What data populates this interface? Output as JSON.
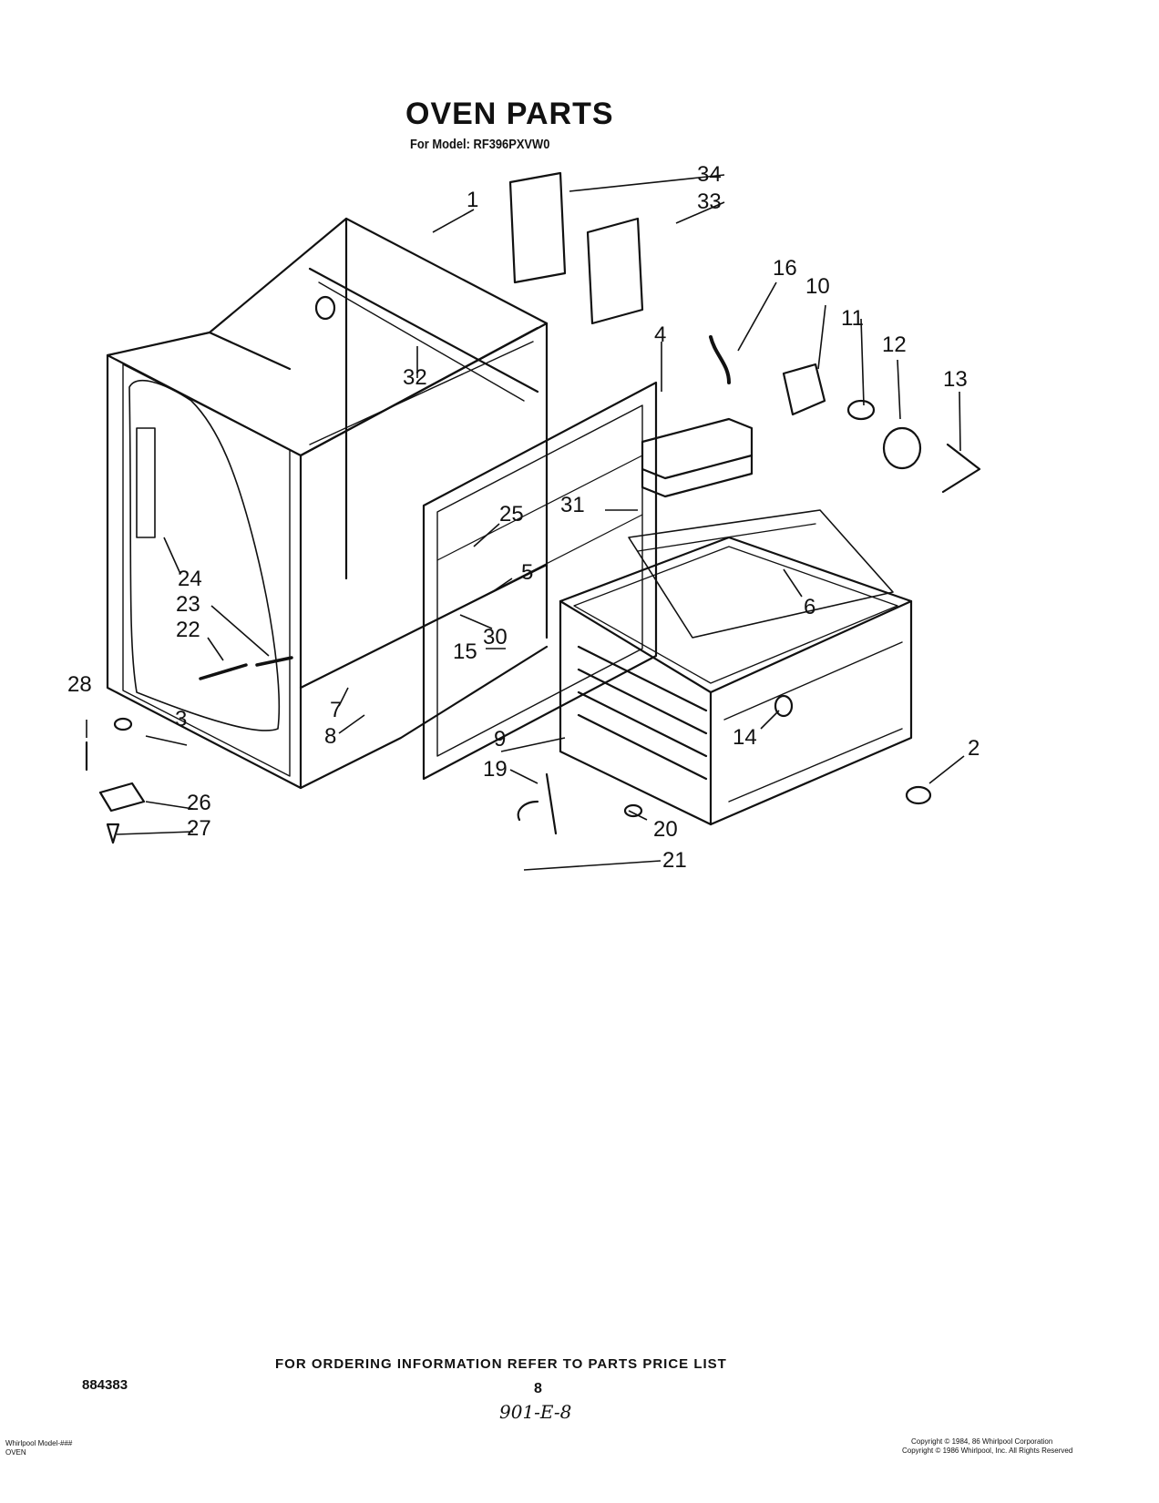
{
  "header": {
    "title": "OVEN PARTS",
    "model_line": "For Model: RF396PXVW0"
  },
  "callouts": {
    "n1": "1",
    "n2": "2",
    "n3": "3",
    "n4": "4",
    "n5": "5",
    "n6": "6",
    "n7": "7",
    "n8": "8",
    "n9": "9",
    "n10": "10",
    "n11": "11",
    "n12": "12",
    "n13": "13",
    "n14": "14",
    "n15": "15",
    "n16": "16",
    "n19": "19",
    "n20": "20",
    "n21": "21",
    "n22": "22",
    "n23": "23",
    "n24": "24",
    "n25": "25",
    "n26": "26",
    "n27": "27",
    "n28": "28",
    "n30": "30",
    "n31": "31",
    "n32": "32",
    "n33": "33",
    "n34": "34"
  },
  "footer": {
    "ordering_note": "FOR ORDERING INFORMATION REFER TO PARTS PRICE LIST",
    "doc_number": "884383",
    "page_number": "8",
    "handwritten": "901-E-8",
    "left_small_1": "Whirlpool Model-###",
    "left_small_2": "OVEN",
    "right_small_1": "Copyright © 1984, 86 Whirlpool Corporation",
    "right_small_2": "Copyright © 1986 Whirlpool, Inc. All Rights Reserved"
  }
}
